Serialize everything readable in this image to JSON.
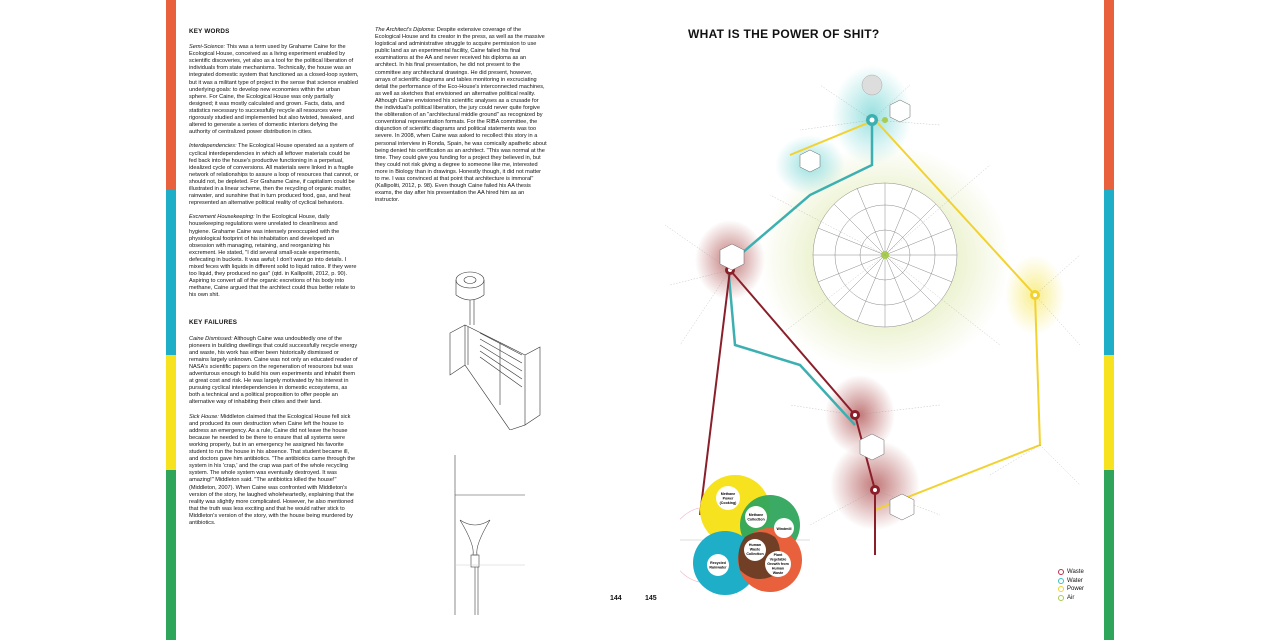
{
  "strip_colors": [
    "#e8603c",
    "#1eaec8",
    "#f6e21e",
    "#2fa55c"
  ],
  "left_page": {
    "key_words_heading": "KEY WORDS",
    "key_words": [
      {
        "term": "Semi-Science:",
        "text": " This was a term used by Grahame Caine for the Ecological House, conceived as a living experiment enabled by scientific discoveries, yet also as a tool for the political liberation of individuals from state mechanisms. Technically, the house was an integrated domestic system that functioned as a closed-loop system, but it was a militant type of project in the sense that science enabled underlying goals: to develop new economies within the urban sphere. For Caine, the Ecological House was only partially designed; it was mostly calculated and grown. Facts, data, and statistics necessary to successfully recycle all resources were rigorously studied and implemented but also twisted, tweaked, and altered to generate a series of domestic interiors defying the authority of centralized power distribution in cities."
      },
      {
        "term": "Interdependencies:",
        "text": " The Ecological House operated as a system of cyclical interdependencies in which all leftover materials could be fed back into the house's productive functioning in a perpetual, idealized cycle of conversions. All materials were linked in a fragile network of relationships to assure a loop of resources that cannot, or should not, be depleted. For Grahame Caine, if capitalism could be illustrated in a linear scheme, then the recycling of organic matter, rainwater, and sunshine that in turn produced food, gas, and heat represented an alternative political reality of cyclical behaviors."
      },
      {
        "term": "Excrement Housekeeping:",
        "text": " In the Ecological House, daily housekeeping regulations were unrelated to cleanliness and hygiene. Grahame Caine was intensely preoccupied with the physiological footprint of his inhabitation and developed an obsession with managing, retaining, and reorganizing his excrement. He stated, \"I did several small-scale experiments, defecating in buckets. It was awful; I don't want go into details. I mixed feces with liquids in different solid to liquid ratios. If they were too liquid, they produced no gas\" (qtd. in Kallipoliti, 2012, p. 90). Aspiring to convert all of the organic excretions of his body into methane, Caine argued that the architect could thus better relate to his own shit."
      }
    ],
    "key_failures_heading": "KEY FAILURES",
    "key_failures": [
      {
        "term": "Caine Dismissed:",
        "text": " Although Caine was undoubtedly one of the pioneers in building dwellings that could successfully recycle energy and waste, his work has either been historically dismissed or remains largely unknown. Caine was not only an educated reader of NASA's scientific papers on the regeneration of resources but was adventurous enough to build his own experiments and inhabit them at great cost and risk. He was largely motivated by his interest in pursuing cyclical interdependencies in domestic ecosystems, as both a technical and a political proposition to offer people an alternative way of inhabiting their cities and their land."
      },
      {
        "term": "Sick House:",
        "text": " Middleton claimed that the Ecological House fell sick and produced its own destruction when Caine left the house to address an emergency. As a rule, Caine did not leave the house because he needed to be there to ensure that all systems were working properly, but in an emergency he assigned his favorite student to run the house in his absence. That student became ill, and doctors gave him antibiotics. \"The antibiotics came through the system in his 'crap,' and the crap was part of the whole recycling system. The whole system was eventually destroyed. It was amazing!\" Middleton said. \"The antibiotics killed the house!\" (Middleton, 2007). When Caine was confronted with Middleton's version of the story, he laughed wholeheartedly, explaining that the reality was slightly more complicated. However, he also mentioned that the truth was less exciting and that he would rather stick to Middleton's version of the story, with the house being murdered by antibiotics."
      }
    ],
    "column2": [
      {
        "term": "The Architect's Diploma:",
        "text": " Despite extensive coverage of the Ecological House and its creator in the press, as well as the massive logistical and administrative struggle to acquire permission to use public land as an experimental facility, Caine failed his final examinations at the AA and never received his diploma as an architect. In his final presentation, he did not present to the committee any architectural drawings. He did present, however, arrays of scientific diagrams and tables monitoring in excruciating detail the performance of the Eco-House's interconnected machines, as well as sketches that envisioned an alternative political reality. Although Caine envisioned his scientific analyses as a crusade for the individual's political liberation, the jury could never quite forgive the obliteration of an \"architectural middle ground\" as recognized by conventional representation formats. For the RIBA committee, the disjunction of scientific diagrams and political statements was too severe. In 2008, when Caine was asked to recollect this story in a personal interview in Ronda, Spain, he was comically apathetic about being denied his certification as an architect. \"This was normal at the time. They could give you funding for a project they believed in, but they could not risk giving a degree to someone like me, interested more in Biology than in drawings. Honestly though, it did not matter to me. I was convinced at that point that architecture is immoral\" (Kallipoliti, 2012, p. 98). Even though Caine failed his AA thesis exams, the day after his presentation the AA hired him as an instructor."
      }
    ],
    "page_number": "144"
  },
  "right_page": {
    "title": "WHAT IS THE POWER OF SHIT?",
    "page_number": "145",
    "venn": {
      "methane_power": [
        "Methane",
        "Power",
        "(Cooking)"
      ],
      "methane_collection": [
        "Methane",
        "Collection"
      ],
      "windmill": [
        "Windmill"
      ],
      "recycled_rainwater": [
        "Recycled",
        "Rainwater"
      ],
      "human_waste": [
        "Human",
        "Waste",
        "Collection"
      ],
      "plant_growth": [
        "Plant",
        "Vegetable",
        "Growth from",
        "Human",
        "Waste"
      ]
    },
    "legend": [
      {
        "label": "Waste",
        "color": "#c0304a"
      },
      {
        "label": "Water",
        "color": "#3cc0c0"
      },
      {
        "label": "Power",
        "color": "#f2d230"
      },
      {
        "label": "Air",
        "color": "#a8cc50"
      }
    ]
  }
}
